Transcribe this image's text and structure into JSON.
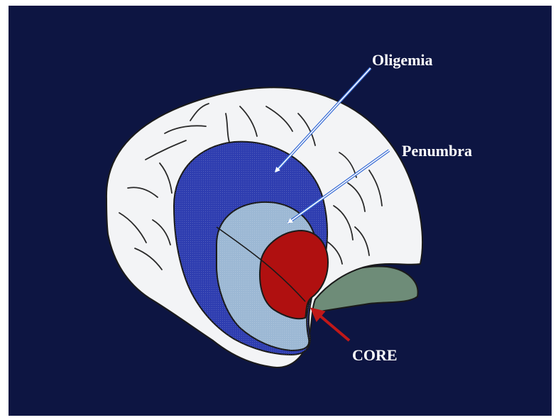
{
  "labels": {
    "oligemia": "Oligemia",
    "penumbra": "Penumbra",
    "core": "CORE"
  },
  "colors": {
    "background": "#0d1542",
    "brain": "#f3f4f6",
    "oligemia": "#2e3db0",
    "penumbra": "#9cb8d4",
    "core": "#b01010",
    "cerebellum": "#6e8c78",
    "arrow_blue": "#3c6fd6",
    "arrow_red": "#c01818",
    "label_text": "#ffffff"
  }
}
